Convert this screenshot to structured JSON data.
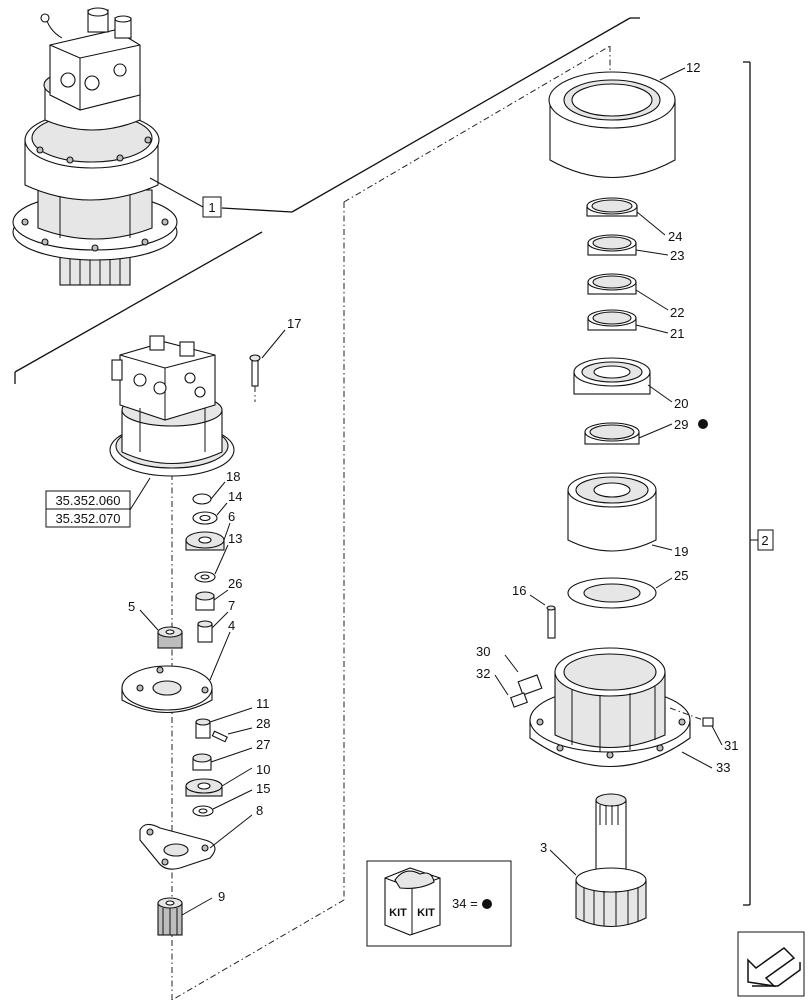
{
  "callouts": {
    "assembly_ref": "1",
    "group_ref": "2",
    "ref_top": "35.352.060",
    "ref_bottom": "35.352.070"
  },
  "part_numbers": {
    "p3": "3",
    "p4": "4",
    "p5": "5",
    "p6": "6",
    "p7": "7",
    "p8": "8",
    "p9": "9",
    "p10": "10",
    "p11": "11",
    "p12": "12",
    "p13": "13",
    "p14": "14",
    "p15": "15",
    "p16": "16",
    "p17": "17",
    "p18": "18",
    "p19": "19",
    "p20": "20",
    "p21": "21",
    "p22": "22",
    "p23": "23",
    "p24": "24",
    "p25": "25",
    "p26": "26",
    "p27": "27",
    "p28": "28",
    "p29": "29",
    "p30": "30",
    "p31": "31",
    "p32": "32",
    "p33": "33"
  },
  "kit": {
    "label_left": "KIT",
    "label_right": "KIT",
    "legend": "34 ="
  },
  "icons": {
    "kit_marker": "filled-dot-icon",
    "nav": "arrow-down-left-icon"
  }
}
